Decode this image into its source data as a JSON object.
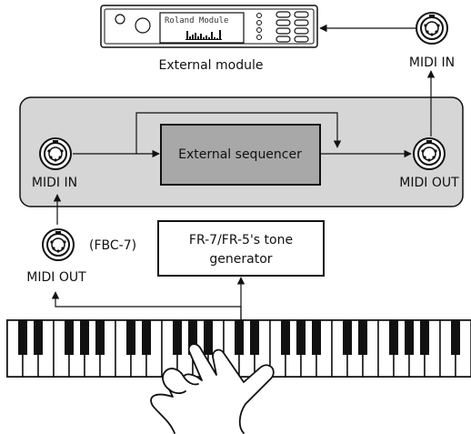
{
  "module": {
    "display_text": "Roland Module",
    "label": "External module",
    "midi_in_label": "MIDI IN"
  },
  "sequencer": {
    "label": "External sequencer",
    "midi_in_label": "MIDI IN",
    "midi_out_label": "MIDI OUT"
  },
  "piano_unit": {
    "midi_out_label": "MIDI OUT",
    "model_note": "(FBC-7)",
    "tone_generator_line1": "FR-7/FR-5's tone",
    "tone_generator_line2": "generator"
  },
  "colors": {
    "panel_fill": "#d6d6d6",
    "sequencer_fill": "#a8a8a8",
    "line": "#111111"
  }
}
